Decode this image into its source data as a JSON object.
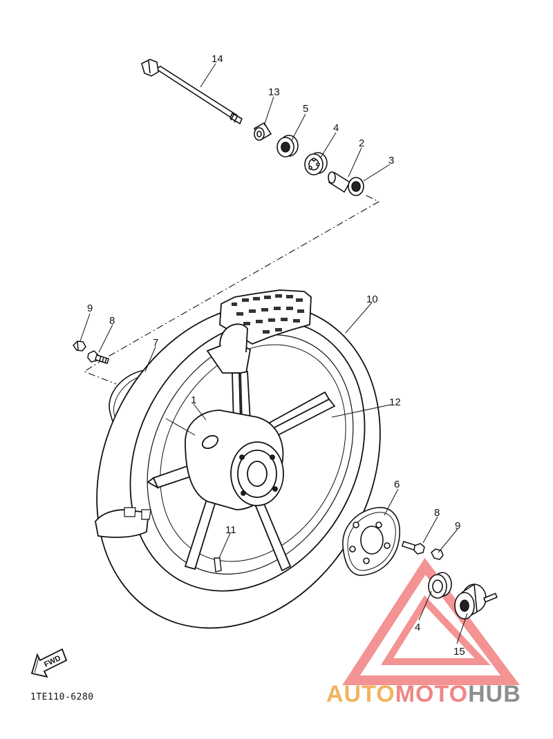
{
  "diagram": {
    "callouts": [
      "14",
      "13",
      "5",
      "4",
      "2",
      "3",
      "9",
      "8",
      "7",
      "10",
      "1",
      "12",
      "6",
      "8",
      "9",
      "11",
      "4",
      "15"
    ],
    "fwd_label": "FWD",
    "drawing_code": "1TE110-6280"
  },
  "watermark": {
    "part1": "AUTO",
    "part2": "MOTO",
    "part3": "HUB",
    "colors": {
      "auto": "#f3b35f",
      "moto": "#f08585",
      "hub": "#8e8e8e",
      "triangle": "#f07070"
    }
  }
}
